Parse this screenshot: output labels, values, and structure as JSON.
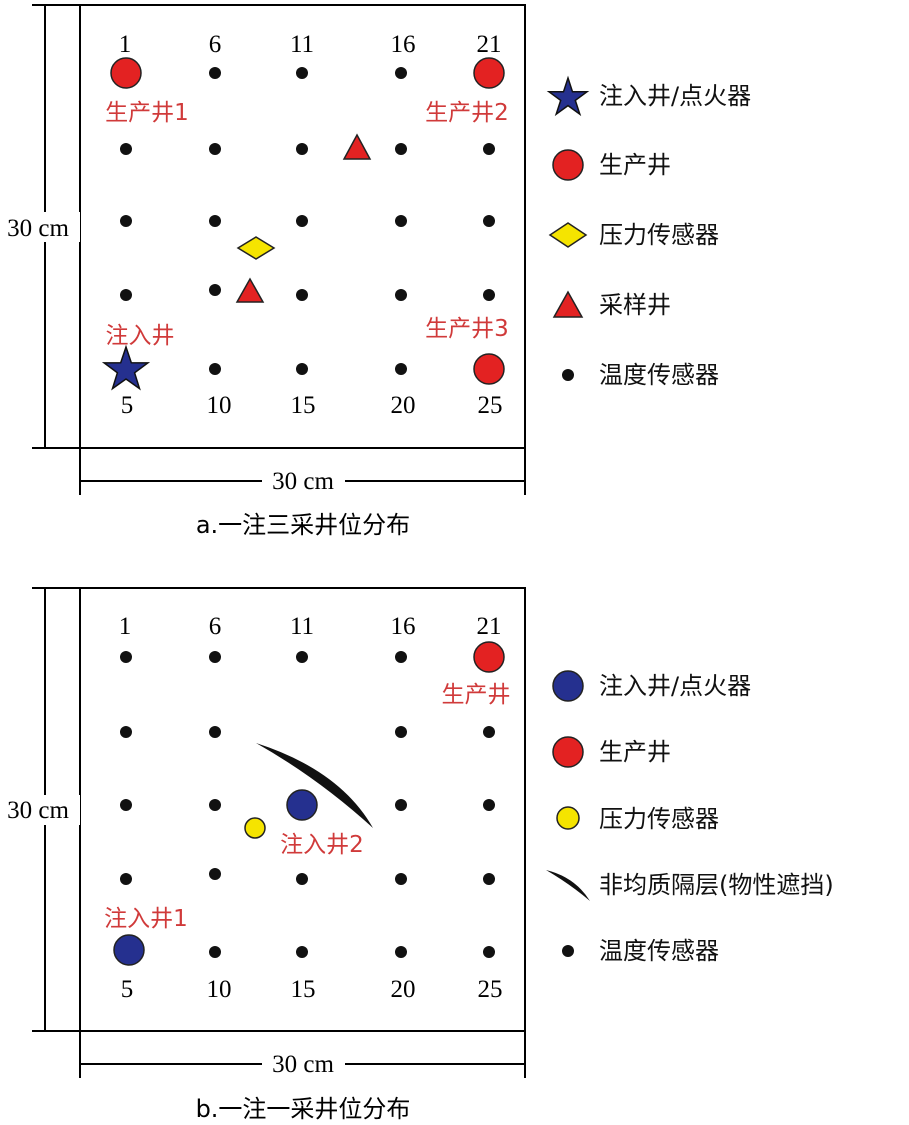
{
  "diagram_a": {
    "caption": "a.一注三采井位分布",
    "dim_left": "30 cm",
    "dim_bottom": "30 cm",
    "top_numbers": [
      "1",
      "6",
      "11",
      "16",
      "21"
    ],
    "bottom_numbers": [
      "5",
      "10",
      "15",
      "20",
      "25"
    ],
    "well_labels": {
      "producer1": "生产井1",
      "producer2": "生产井2",
      "producer3": "生产井3",
      "injector": "注入井"
    },
    "legend": [
      {
        "icon": "star-icon",
        "label": "注入井/点火器"
      },
      {
        "icon": "red-circle-icon",
        "label": "生产井"
      },
      {
        "icon": "yellow-diamond-icon",
        "label": "压力传感器"
      },
      {
        "icon": "red-triangle-icon",
        "label": "采样井"
      },
      {
        "icon": "black-dot-icon",
        "label": "温度传感器"
      }
    ]
  },
  "diagram_b": {
    "caption": "b.一注一采井位分布",
    "dim_left": "30 cm",
    "dim_bottom": "30 cm",
    "top_numbers": [
      "1",
      "6",
      "11",
      "16",
      "21"
    ],
    "bottom_numbers": [
      "5",
      "10",
      "15",
      "20",
      "25"
    ],
    "well_labels": {
      "producer": "生产井",
      "injector1": "注入井1",
      "injector2": "注入井2"
    },
    "legend": [
      {
        "icon": "blue-circle-icon",
        "label": "注入井/点火器"
      },
      {
        "icon": "red-circle-icon",
        "label": "生产井"
      },
      {
        "icon": "yellow-circle-icon",
        "label": "压力传感器"
      },
      {
        "icon": "barrier-icon",
        "label": "非均质隔层(物性遮挡)"
      },
      {
        "icon": "black-dot-icon",
        "label": "温度传感器"
      }
    ]
  },
  "colors": {
    "red": "#e32222",
    "label_red": "#d03a3a",
    "blue": "#25308f",
    "yellow": "#f5e400",
    "black": "#111111"
  }
}
